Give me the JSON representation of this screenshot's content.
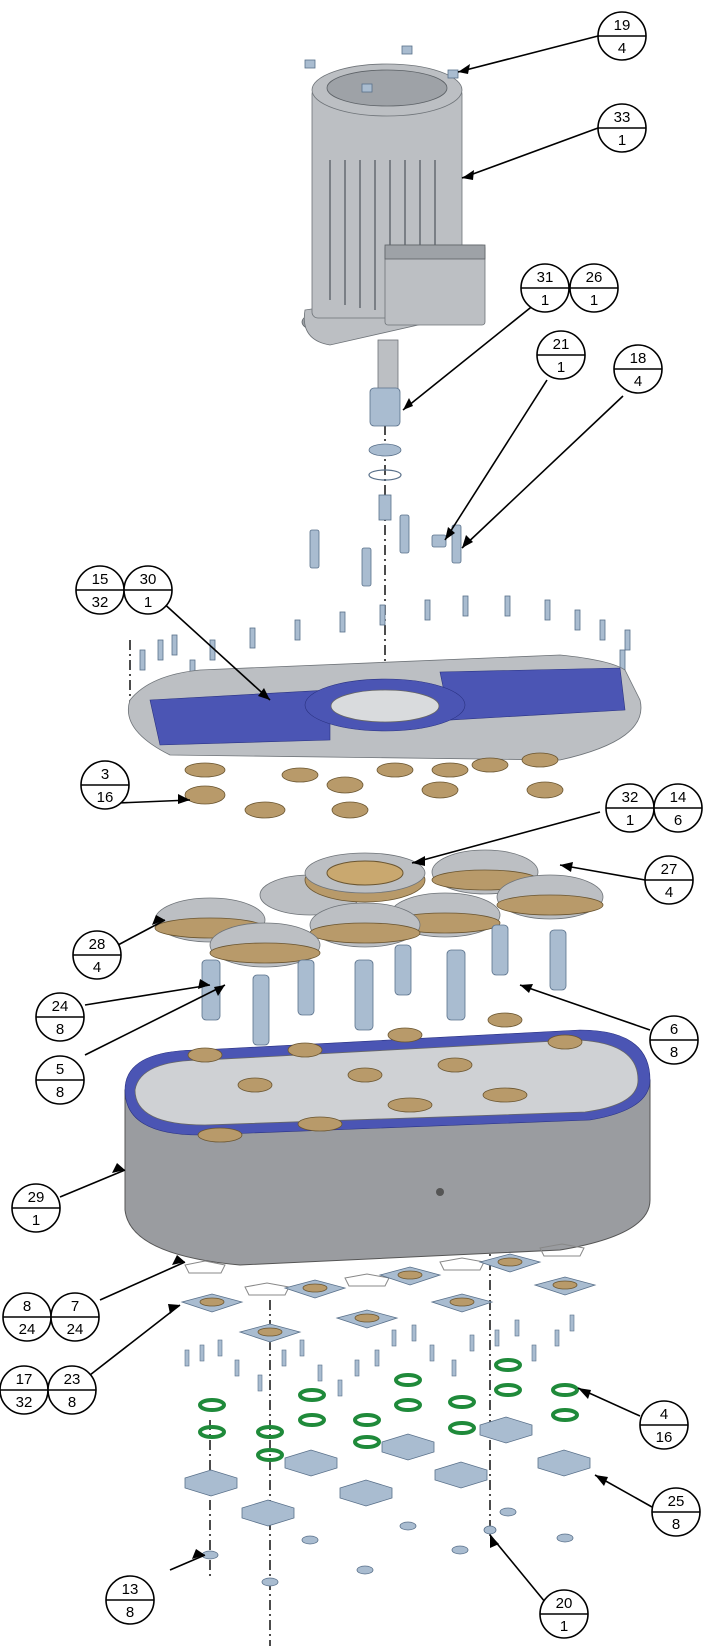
{
  "balloons": [
    {
      "id": "b19",
      "top": "19",
      "bottom": "4"
    },
    {
      "id": "b33",
      "top": "33",
      "bottom": "1"
    },
    {
      "id": "b31",
      "top": "31",
      "bottom": "1"
    },
    {
      "id": "b26",
      "top": "26",
      "bottom": "1"
    },
    {
      "id": "b21",
      "top": "21",
      "bottom": "1"
    },
    {
      "id": "b18",
      "top": "18",
      "bottom": "4"
    },
    {
      "id": "b15",
      "top": "15",
      "bottom": "32"
    },
    {
      "id": "b30",
      "top": "30",
      "bottom": "1"
    },
    {
      "id": "b3",
      "top": "3",
      "bottom": "16"
    },
    {
      "id": "b32",
      "top": "32",
      "bottom": "1"
    },
    {
      "id": "b14",
      "top": "14",
      "bottom": "6"
    },
    {
      "id": "b27",
      "top": "27",
      "bottom": "4"
    },
    {
      "id": "b28",
      "top": "28",
      "bottom": "4"
    },
    {
      "id": "b24",
      "top": "24",
      "bottom": "8"
    },
    {
      "id": "b6",
      "top": "6",
      "bottom": "8"
    },
    {
      "id": "b5",
      "top": "5",
      "bottom": "8"
    },
    {
      "id": "b29",
      "top": "29",
      "bottom": "1"
    },
    {
      "id": "b8",
      "top": "8",
      "bottom": "24"
    },
    {
      "id": "b7",
      "top": "7",
      "bottom": "24"
    },
    {
      "id": "b17",
      "top": "17",
      "bottom": "32"
    },
    {
      "id": "b23",
      "top": "23",
      "bottom": "8"
    },
    {
      "id": "b4",
      "top": "4",
      "bottom": "16"
    },
    {
      "id": "b25",
      "top": "25",
      "bottom": "8"
    },
    {
      "id": "b13",
      "top": "13",
      "bottom": "8"
    },
    {
      "id": "b20",
      "top": "20",
      "bottom": "1"
    }
  ],
  "colors": {
    "metal": "#bcbfc3",
    "blue_face": "#4b55b4",
    "bronze_gear": "#b89a6a",
    "steel_blue": "#a9bcd0",
    "seal_green": "#1f8a3a"
  }
}
